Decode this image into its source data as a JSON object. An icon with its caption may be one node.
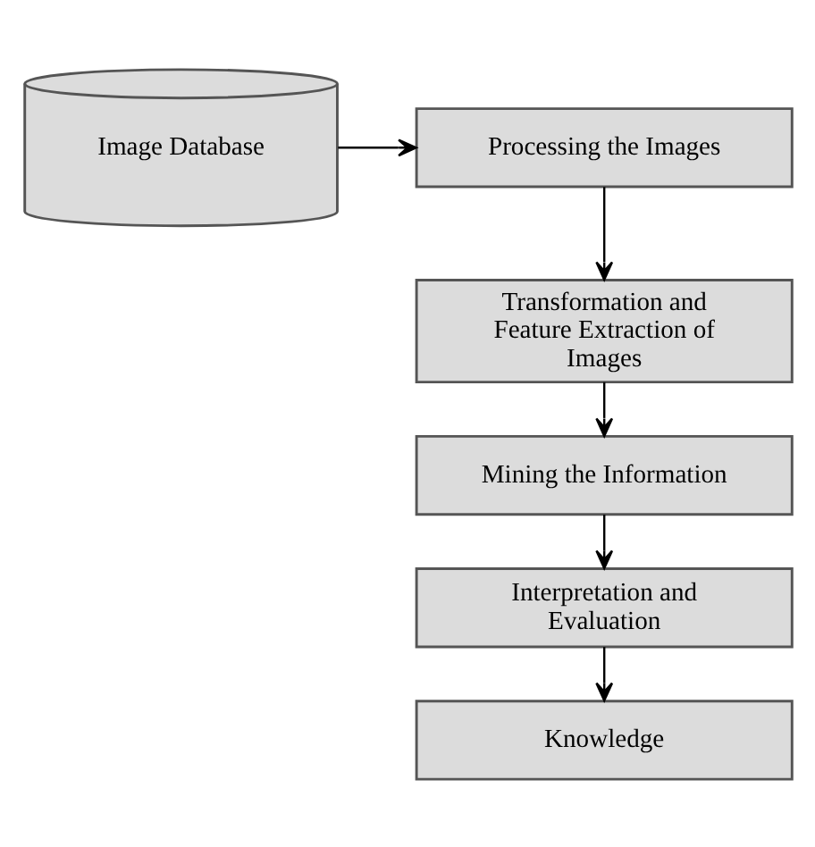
{
  "diagram": {
    "nodes": [
      {
        "text": [
          "Image Database"
        ]
      },
      {
        "text": [
          "Processing the Images"
        ]
      },
      {
        "text": [
          "Transformation and Feature Extraction of Images"
        ]
      },
      {
        "text": [
          "Mining the Information"
        ]
      },
      {
        "text": [
          "Interpretation and Evaluation"
        ]
      },
      {
        "text": [
          "Knowledge"
        ]
      }
    ],
    "edges": [
      {
        "from": 0,
        "to": 1,
        "arrow": "to"
      },
      {
        "from": 1,
        "to": 2,
        "arrow": "to"
      },
      {
        "from": 2,
        "to": 3,
        "arrow": "to"
      },
      {
        "from": 3,
        "to": 4,
        "arrow": "to"
      },
      {
        "from": 4,
        "to": 5,
        "arrow": "to"
      }
    ]
  }
}
